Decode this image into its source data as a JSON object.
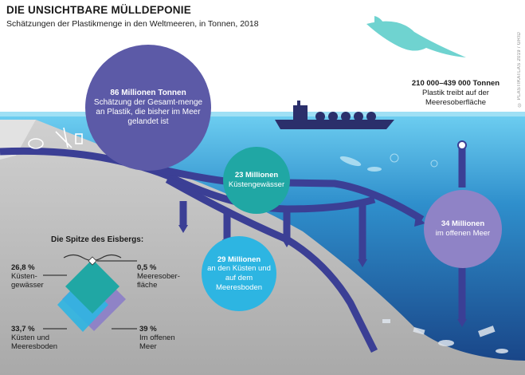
{
  "header": {
    "title": "DIE UNSICHTBARE MÜLLDEPONIE",
    "subtitle": "Schätzungen der Plastikmenge in den Weltmeeren, in Tonnen, 2018",
    "credit": "© PLASTIKATLAS 2019 / GRID"
  },
  "circles": {
    "total": {
      "amount": "86 Millionen Tonnen",
      "text": "Schätzung der Gesamt-menge an Plastik, die bisher im Meer gelandet ist"
    },
    "coastal": {
      "amount": "23 Millionen",
      "text": "Küstengewässer"
    },
    "open_sea": {
      "amount": "34 Millionen",
      "text": "im offenen Meer"
    },
    "seafloor": {
      "amount": "29 Millionen",
      "text": "an den Küsten und auf dem Meeresboden"
    }
  },
  "surface": {
    "amount": "210 000–439 000 Tonnen",
    "text": "Plastik treibt auf der Meeresoberfläche"
  },
  "iceberg": {
    "title": "Die Spitze des Eisbergs:",
    "items": [
      {
        "pct": "26,8 %",
        "label": "Küsten-gewässer"
      },
      {
        "pct": "0,5 %",
        "label": "Meeresober-fläche"
      },
      {
        "pct": "33,7 %",
        "label": "Küsten und Meeresboden"
      },
      {
        "pct": "39 %",
        "label": "Im offenen Meer"
      }
    ]
  },
  "colors": {
    "sea_dark": "#1c5f9c",
    "sea_light": "#5cc3ea",
    "land": "#b8b8b8",
    "flow": "#3b3f95",
    "total": "#5c5aa7",
    "coastal": "#20a7a4",
    "open_sea": "#8f83c6",
    "seafloor": "#2db5e2"
  }
}
